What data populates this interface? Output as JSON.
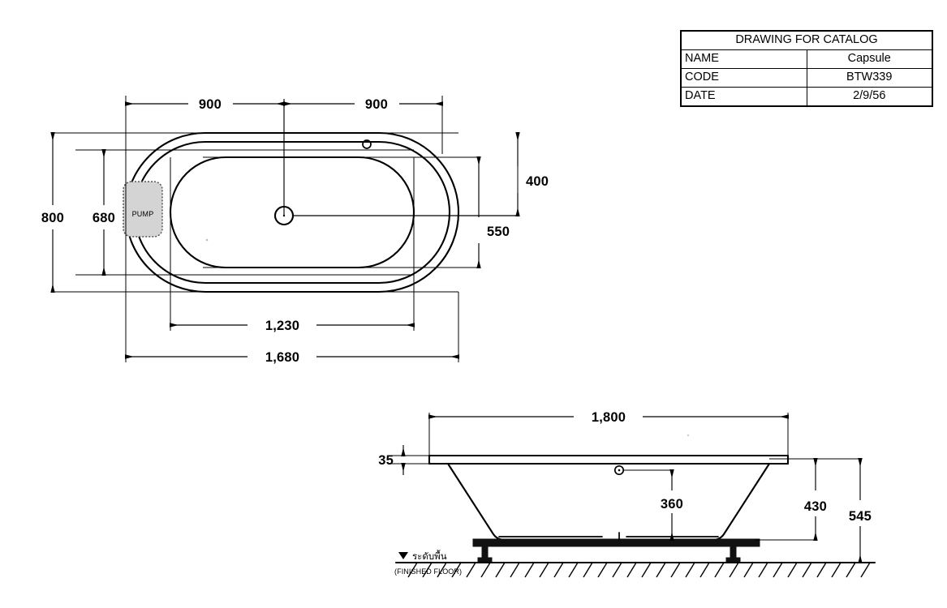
{
  "title_block": {
    "header": "DRAWING FOR CATALOG",
    "rows": [
      {
        "key": "NAME",
        "value": "Capsule"
      },
      {
        "key": "CODE",
        "value": "BTW339"
      },
      {
        "key": "DATE",
        "value": "2/9/56"
      }
    ]
  },
  "plan_view": {
    "pump_label": "PUMP",
    "dimensions": {
      "top_left": "900",
      "top_right": "900",
      "left_outer": "800",
      "left_inner": "680",
      "right_upper": "400",
      "right_lower": "550",
      "bottom_inner": "1,230",
      "bottom_outer": "1,680"
    }
  },
  "elevation_view": {
    "dimensions": {
      "width": "1,800",
      "rim_thickness": "35",
      "overflow_height": "360",
      "body_height": "430",
      "total_height": "545"
    },
    "floor_label_thai": "ระดับพื้น",
    "floor_label_english": "(FINISHED FLOOR)"
  },
  "colors": {
    "line": "#000000",
    "pump_fill": "#d4d4d4",
    "pump_stroke": "#555555",
    "background": "#ffffff"
  }
}
